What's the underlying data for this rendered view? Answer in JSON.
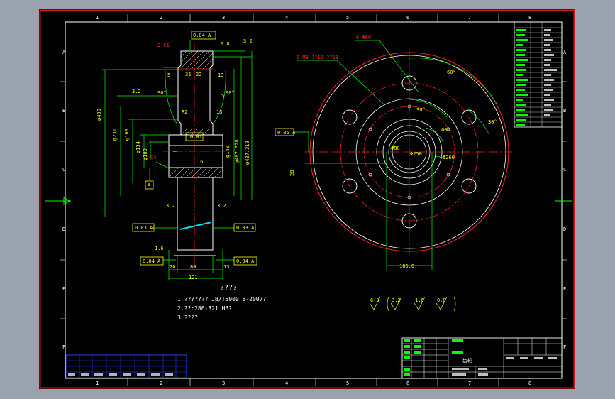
{
  "colors": {
    "frame_bg": "#9aa3ad",
    "sheet_bg": "#000000",
    "border_red": "#d21c1c",
    "border_white": "#ffffff",
    "dim_green": "#00ff00",
    "text_yellow": "#ffff00",
    "red": "#ff2020",
    "cyan": "#00e0ff",
    "magenta": "#ff00ff",
    "blue": "#2040ff"
  },
  "zone_numbers_top": [
    "1",
    "2",
    "3",
    "4",
    "5",
    "6",
    "7",
    "8"
  ],
  "zone_letters": [
    "A",
    "B",
    "C",
    "D",
    "E",
    "F"
  ],
  "section": {
    "chamfer_label": "2-C1",
    "top_tol_box": "0.04 A",
    "rough_top_a": "0.8",
    "rough_top_b": "3.2",
    "rough_left": "3.2",
    "angle_a": "90°",
    "angle_b": "90°",
    "dim_5a": "5",
    "dim_5b": "5",
    "dim_35": "35",
    "dim_22": "22",
    "dim_13a": "13",
    "dim_13b": "13",
    "dim_16": "16",
    "dim_r2": "R2",
    "dia_400": "φ400",
    "dia_231": "φ231",
    "dia_160": "φ160",
    "dia_134": "φ134",
    "dia_100": "φ100",
    "dia_140": "φ140",
    "dia_487": "φ487.328",
    "dia_437": "φ437.319",
    "dia_a": "φ",
    "c4": "C4",
    "datum": "A",
    "tol_mid": "0.01",
    "tol_left": "0.03 A",
    "tol_right": "0.03 A",
    "tol_bl": "0.04 A",
    "tol_br": "0.04 A",
    "rough_b1": "3.2",
    "rough_b2": "3.2",
    "rough_b3": "1.6",
    "dim_20": "20",
    "dim_80": "80",
    "dim_13c": "13",
    "dim_121": "121",
    "rough_16": "1.6"
  },
  "plan": {
    "holes_label": "6-Φ60",
    "thread_label": "6-M8 ??12 ??18",
    "ang_60a": "60°",
    "ang_60b": "60°",
    "ang_30a": "30°",
    "ang_30b": "30°",
    "tol_box": "0.05 A",
    "dim_28": "28",
    "d_250": "Φ250",
    "d_260": "Φ260",
    "d_80": "Φ80",
    "dim_106": "106.6"
  },
  "notes": {
    "heading": "????",
    "n1": "1 ??????? JB/T5000 8-2007?",
    "n2": "2.??:286-321 HB?",
    "n3": "3 ????"
  },
  "roughness_legend": [
    "6.3",
    "3.2",
    "1.6",
    "0.8"
  ],
  "title_block": {
    "drawing_name": "齿轮"
  }
}
